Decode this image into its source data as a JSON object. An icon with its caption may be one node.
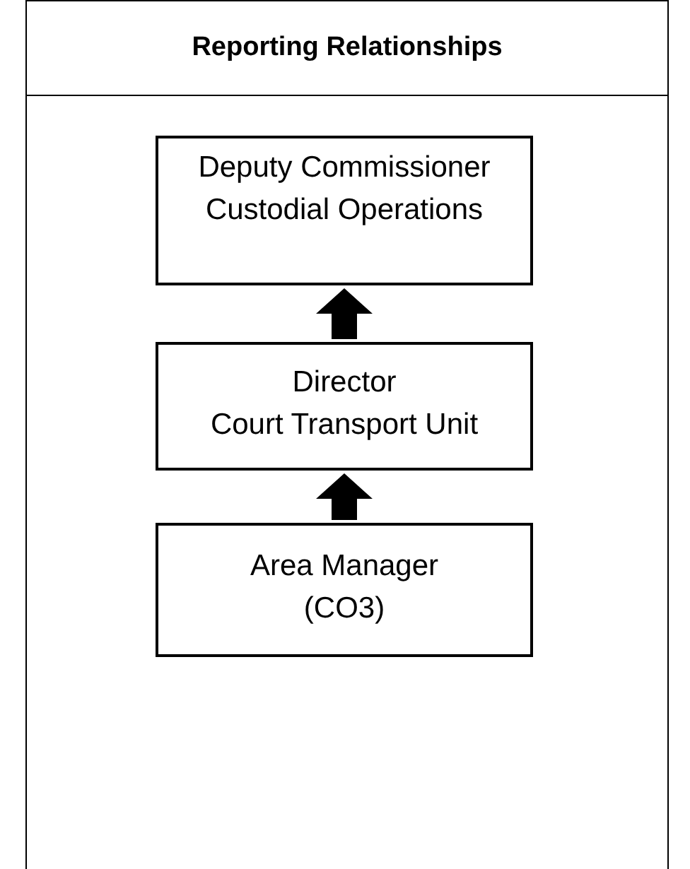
{
  "diagram": {
    "title": "Reporting Relationships",
    "nodes": [
      {
        "text": [
          "Deputy Commissioner",
          "Custodial Operations"
        ]
      },
      {
        "text": [
          "Director",
          "Court Transport Unit"
        ]
      },
      {
        "text": [
          "Area Manager",
          "(CO3)"
        ]
      }
    ],
    "edges": [
      {
        "from": 1,
        "to": 0,
        "arrow": "to"
      },
      {
        "from": 2,
        "to": 1,
        "arrow": "to"
      }
    ]
  }
}
